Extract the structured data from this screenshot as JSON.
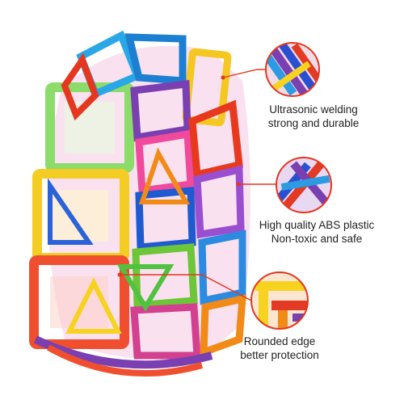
{
  "callouts": [
    {
      "title": "Ultrasonic welding",
      "subtitle": "strong and durable",
      "zoom_subject": "welded-tile-edges"
    },
    {
      "title": "High quality ABS plastic",
      "subtitle": "Non-toxic and safe",
      "zoom_subject": "abs-plastic-tiles"
    },
    {
      "title": "Rounded edge",
      "subtitle": "better protection",
      "zoom_subject": "rounded-tile-corners"
    }
  ],
  "colors": {
    "leader_line": "#e5361f",
    "lens_ring": "#e5361f",
    "red": "#e23a24",
    "orange": "#f28a18",
    "yellow": "#f7d21e",
    "green": "#6cc638",
    "blue": "#1f86d6",
    "purple": "#7a3fb0",
    "pink": "#d2408f"
  }
}
